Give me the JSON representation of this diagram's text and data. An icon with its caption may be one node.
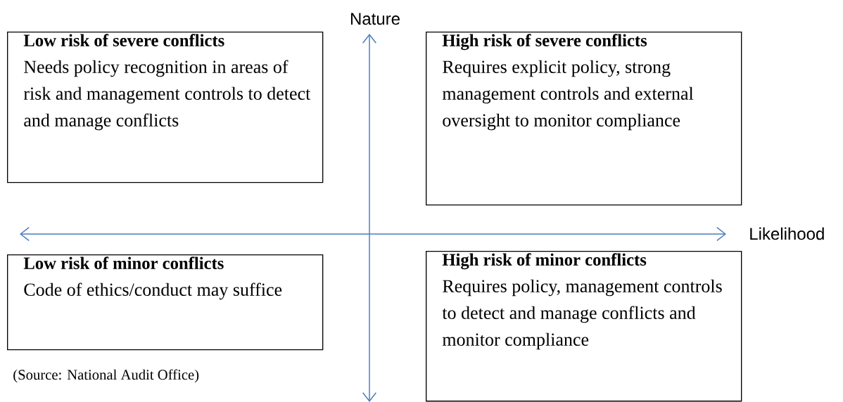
{
  "diagram": {
    "caption": "(Source:  National Audit Office)",
    "nodes": [
      {
        "text": [
          "Low risk of severe conflicts",
          "Needs policy recognition in areas of risk and management controls to detect and manage conflicts"
        ]
      },
      {
        "text": [
          "High risk of severe conflicts",
          "Requires explicit policy, strong management controls and external oversight to monitor compliance"
        ]
      },
      {
        "text": [
          "Low risk of minor conflicts",
          "Code of ethics/conduct may suffice"
        ]
      },
      {
        "text": [
          "High risk of minor conflicts",
          "Requires policy, management controls to detect and manage conflicts and monitor compliance"
        ]
      }
    ],
    "labels": [
      "Nature",
      "Likelihood"
    ]
  }
}
